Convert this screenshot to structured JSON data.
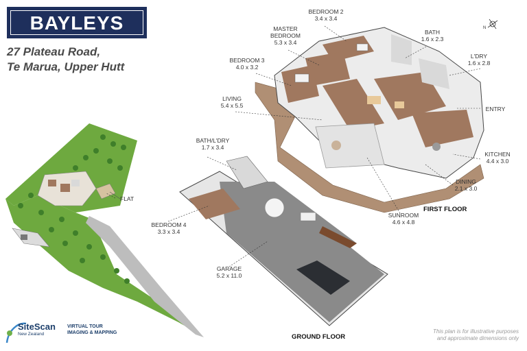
{
  "brand": {
    "logo_text": "BAYLEYS",
    "color": "#1e2f5c"
  },
  "address": {
    "line1": "27 Plateau Road,",
    "line2": "Te Marua, Upper Hutt"
  },
  "rooms": {
    "bedroom2": {
      "name": "BEDROOM 2",
      "dims": "3.4 x 3.4"
    },
    "master": {
      "name_line1": "MASTER",
      "name_line2": "BEDROOM",
      "dims": "5.3 x 3.4"
    },
    "bath": {
      "name": "BATH",
      "dims": "1.6 x 2.3"
    },
    "bedroom3": {
      "name": "BEDROOM 3",
      "dims": "4.0 x 3.2"
    },
    "laundry": {
      "name": "L'DRY",
      "dims": "1.6 x 2.8"
    },
    "living": {
      "name": "LIVING",
      "dims": "5.4 x 5.5"
    },
    "entry": {
      "name": "ENTRY"
    },
    "kitchen": {
      "name": "KITCHEN",
      "dims": "4.4 x 3.0"
    },
    "dining": {
      "name": "DINING",
      "dims": "2.1 x 3.0"
    },
    "sunroom": {
      "name": "SUNROOM",
      "dims": "4.6 x 4.8"
    },
    "bath_laundry": {
      "name": "BATH/L'DRY",
      "dims": "1.7 x 3.4"
    },
    "bedroom4": {
      "name": "BEDROOM 4",
      "dims": "3.3 x 3.4"
    },
    "garage": {
      "name": "GARAGE",
      "dims": "5.2 x 11.0"
    },
    "flat": {
      "name": "FLAT"
    }
  },
  "floors": {
    "first": "FIRST FLOOR",
    "ground": "GROUND FLOOR"
  },
  "disclaimer": {
    "line1": "This plan is for illustrative purposes",
    "line2": "and approximate dimensions only"
  },
  "sitescan": {
    "name": "SiteScan",
    "region": "New Zealand",
    "line1": "VIRTUAL TOUR",
    "line2": "IMAGING & MAPPING"
  },
  "compass": {
    "label": "N"
  },
  "colors": {
    "grass": "#6ea93f",
    "deck": "#b08f74",
    "floor_wood": "#a0785f",
    "garage_floor": "#8a8a8a"
  }
}
